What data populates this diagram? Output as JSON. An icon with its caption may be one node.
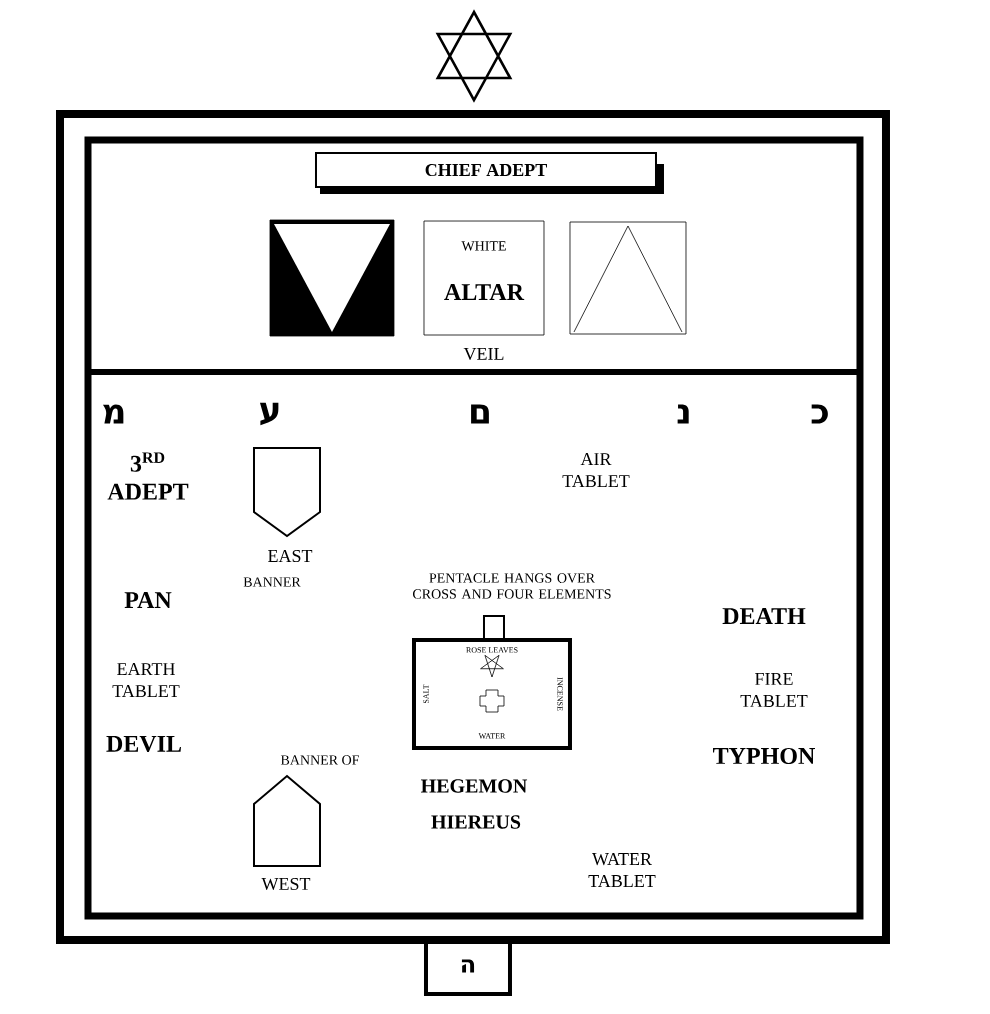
{
  "diagram": {
    "nodes": [
      {
        "text": [
          "CHIEF ADEPT"
        ]
      },
      {
        "text": [],
        "shape": "box"
      },
      {
        "text": [
          "WHITE",
          "ALTAR"
        ],
        "beside": [
          "VEIL"
        ]
      },
      {
        "text": [],
        "shape": "box"
      },
      {
        "text": [],
        "shape": "shield",
        "beside": [
          "EAST",
          "BANNER"
        ]
      },
      {
        "text": [
          "ROSE LEAVES",
          "SALT",
          "INCENSE",
          "WATER"
        ],
        "beside": [
          "PENTACLE HANGS OVER CROSS AND FOUR ELEMENTS"
        ]
      },
      {
        "text": [],
        "shape": "shield",
        "beside": [
          "BANNER OF",
          "WEST"
        ]
      },
      {
        "text": [
          "ה"
        ]
      }
    ],
    "labels": [
      "מ",
      "ע",
      "ם",
      "נ",
      "כ",
      "3$^{RD}$ ADEPT",
      "AIR TABLET",
      "PAN",
      "DEATH",
      "EARTH TABLET",
      "FIRE TABLET",
      "DEVIL",
      "TYPHON",
      "HEGEMON",
      "HIEREUS",
      "WATER TABLET"
    ]
  }
}
